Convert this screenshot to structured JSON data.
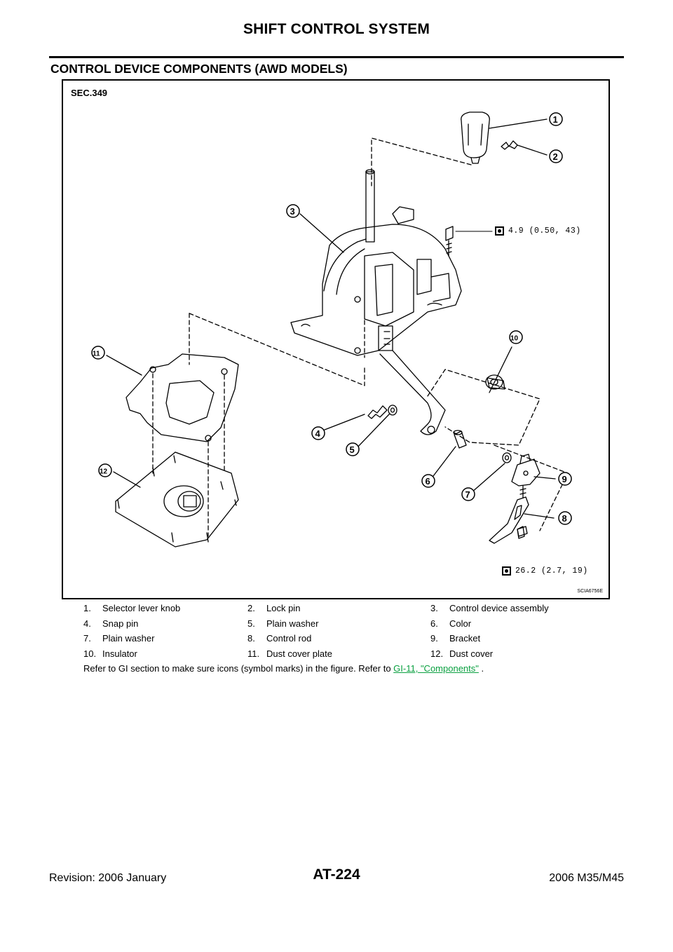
{
  "header": {
    "title": "SHIFT CONTROL SYSTEM"
  },
  "section": {
    "title": "CONTROL DEVICE COMPONENTS (AWD MODELS)"
  },
  "figure": {
    "sec_label": "SEC.349",
    "torque_upper": "4.9  (0.50, 43)",
    "torque_lower": "26.2  (2.7, 19)",
    "figure_code": "SCIA6756E",
    "callouts": [
      "1",
      "2",
      "3",
      "4",
      "5",
      "6",
      "7",
      "8",
      "9",
      "10",
      "11",
      "12"
    ]
  },
  "parts": [
    [
      {
        "num": "1.",
        "name": "Selector lever knob"
      },
      {
        "num": "2.",
        "name": "Lock pin"
      },
      {
        "num": "3.",
        "name": "Control device assembly"
      }
    ],
    [
      {
        "num": "4.",
        "name": "Snap pin"
      },
      {
        "num": "5.",
        "name": "Plain washer"
      },
      {
        "num": "6.",
        "name": "Color"
      }
    ],
    [
      {
        "num": "7.",
        "name": "Plain washer"
      },
      {
        "num": "8.",
        "name": "Control rod"
      },
      {
        "num": "9.",
        "name": "Bracket"
      }
    ],
    [
      {
        "num": "10.",
        "name": "Insulator"
      },
      {
        "num": "11.",
        "name": "Dust cover plate"
      },
      {
        "num": "12.",
        "name": "Dust cover"
      }
    ]
  ],
  "note": {
    "text": "Refer to GI section to make sure icons (symbol marks) in the figure. Refer to ",
    "link": "GI-11, \"Components\"",
    "suffix": " ."
  },
  "footer": {
    "page_number": "AT-224",
    "revision": "Revision: 2006 January",
    "model": "2006 M35/M45"
  }
}
